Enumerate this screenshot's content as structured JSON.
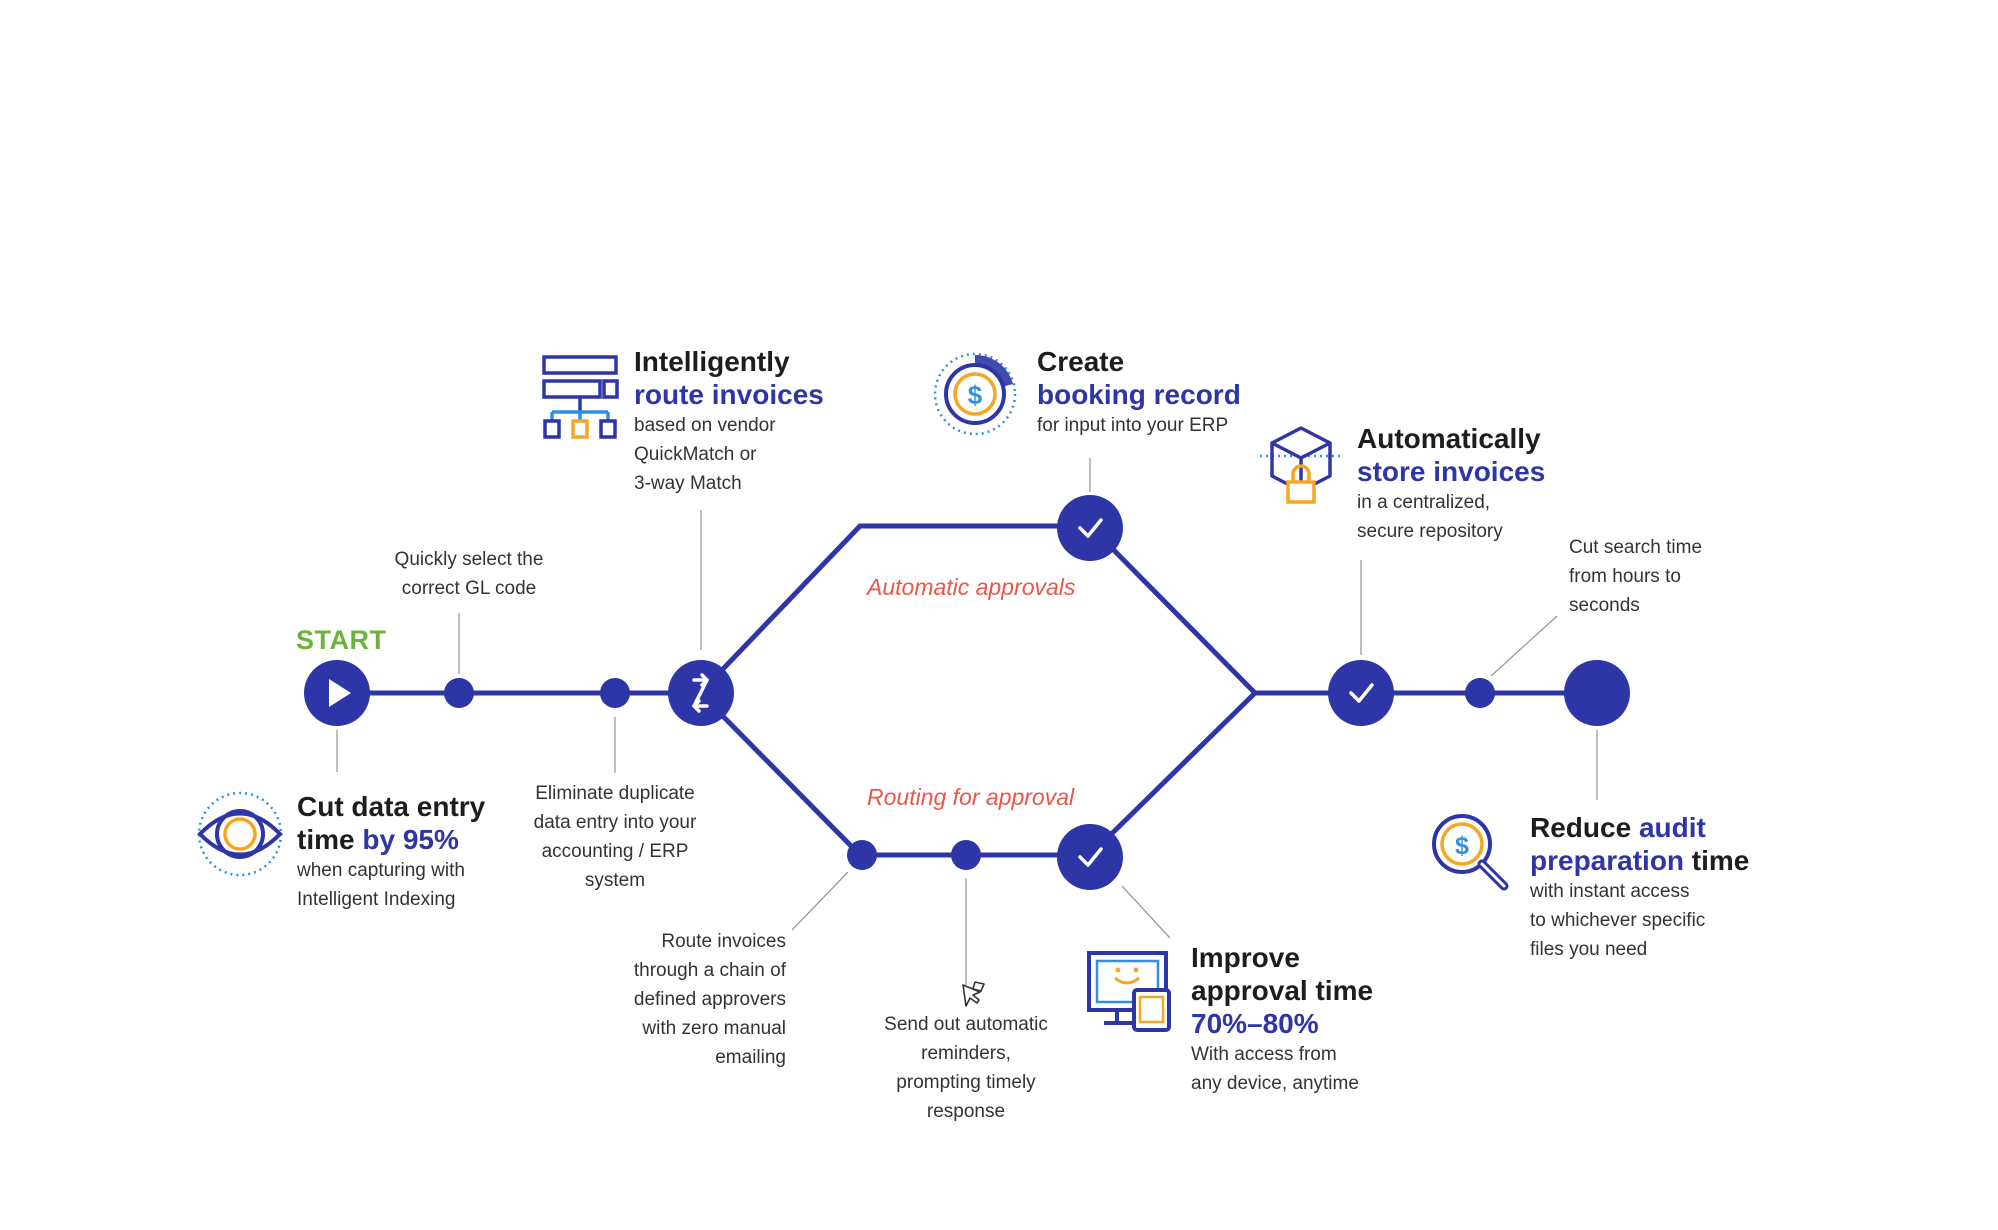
{
  "start": {
    "label": "START"
  },
  "route_labels": {
    "automatic": "Automatic approvals",
    "routing": "Routing for approval"
  },
  "steps": {
    "cut_entry": {
      "title_a": "Cut data entry",
      "title_b": "time ",
      "title_b_hl": "by 95%",
      "lines": [
        "when capturing with",
        "Intelligent Indexing"
      ]
    },
    "gl_code": {
      "lines": [
        "Quickly select the",
        "correct GL code"
      ]
    },
    "eliminate_dup": {
      "lines": [
        "Eliminate duplicate",
        "data entry into your",
        "accounting / ERP",
        "system"
      ]
    },
    "route": {
      "title_a": "Intelligently",
      "title_b_hl": "route invoices",
      "lines": [
        "based on vendor",
        "QuickMatch or",
        "3-way Match"
      ]
    },
    "booking": {
      "title_a": "Create",
      "title_b_hl": "booking record",
      "lines": [
        "for input into your ERP"
      ]
    },
    "store": {
      "title_a": "Automatically",
      "title_b_hl": "store invoices",
      "lines": [
        "in a centralized,",
        "secure repository"
      ]
    },
    "search": {
      "lines": [
        "Cut search time",
        "from hours to",
        "seconds"
      ]
    },
    "audit": {
      "title_a": "Reduce ",
      "title_a_hl": "audit",
      "title_b_hl": "preparation",
      "title_b_rest": " time",
      "lines": [
        "with instant access",
        "to whichever specific",
        "files you need"
      ]
    },
    "chain": {
      "lines": [
        "Route invoices",
        "through a chain of",
        "defined approvers",
        "with zero manual",
        "emailing"
      ]
    },
    "reminders": {
      "lines": [
        "Send out automatic",
        "reminders,",
        "prompting timely",
        "response"
      ]
    },
    "approval": {
      "title_a": "Improve",
      "title_b": "approval time",
      "title_c_hl": "70%–80%",
      "lines": [
        "With access from",
        "any device, anytime"
      ]
    }
  },
  "icons": {
    "start": "play-icon",
    "cut_entry": "eye-icon",
    "route": "flowchart-icon",
    "booking": "dollar-coin-icon",
    "store": "locked-box-icon",
    "audit": "magnifier-dollar-icon",
    "approval": "devices-icon",
    "reminders": "cursor-flag-icon",
    "router": "arrows-icon",
    "check": "check-icon"
  },
  "colors": {
    "primary": "#2e35a6",
    "accent_orange": "#f5a623",
    "accent_blue": "#2f8fe0",
    "start_green": "#6bb33d",
    "route_red": "#e8574a"
  }
}
